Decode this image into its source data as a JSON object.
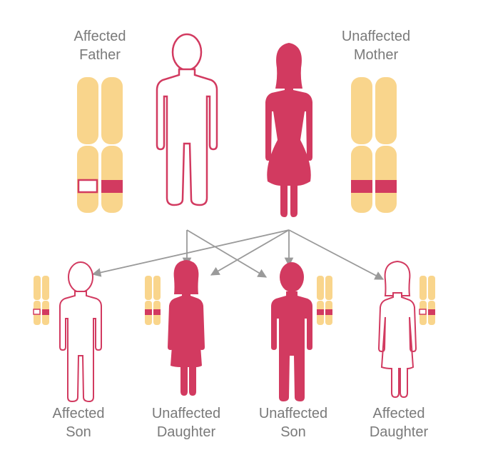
{
  "parents": {
    "father": {
      "line1": "Affected",
      "line2": "Father"
    },
    "mother": {
      "line1": "Unaffected",
      "line2": "Mother"
    }
  },
  "children": [
    {
      "line1": "Affected",
      "line2": "Son"
    },
    {
      "line1": "Unaffected",
      "line2": "Daughter"
    },
    {
      "line1": "Unaffected",
      "line2": "Son"
    },
    {
      "line1": "Affected",
      "line2": "Daughter"
    }
  ],
  "colors": {
    "chromosome": "#f9d58c",
    "band": "#d23a60",
    "figure": "#d23a60",
    "arrow": "#9a9a9a",
    "label": "#7a7a7a"
  }
}
